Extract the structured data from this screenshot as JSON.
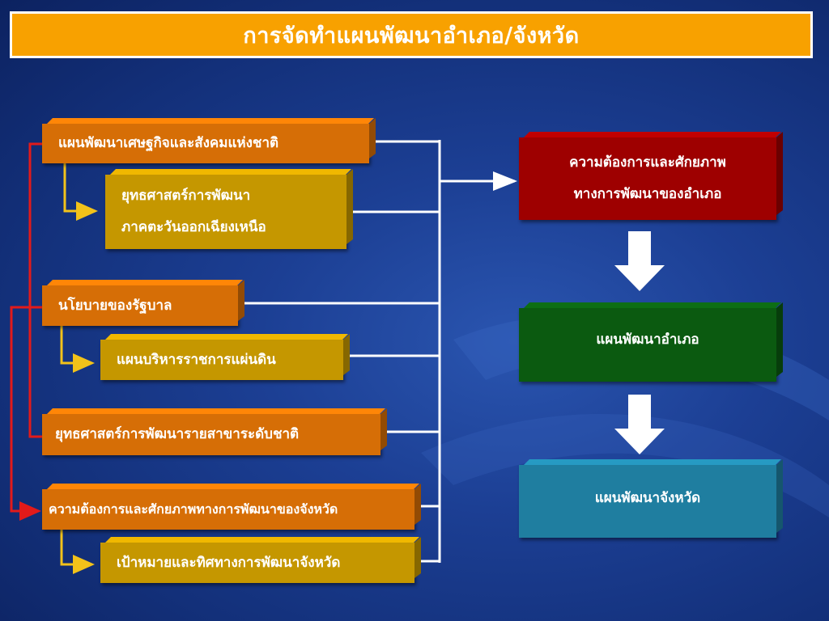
{
  "title": "การจัดทำแผนพัฒนาอำเภอ/จังหวัด",
  "left_boxes": {
    "national_plan": "แผนพัฒนาเศษฐกิจและสังคมแห่งชาติ",
    "northeast_strategy_line1": "ยุทธศาสตร์การพัฒนา",
    "northeast_strategy_line2": "ภาคตะวันออกเฉียงเหนือ",
    "government_policy": "นโยบายของรัฐบาล",
    "admin_plan": "แผนบริหารราชการแผ่นดิน",
    "sector_strategy": "ยุทธศาสตร์การพัฒนารายสาขาระดับชาติ",
    "province_needs": "ความต้องการและศักยภาพทางการพัฒนาของจังหวัด",
    "province_goals": "เป้าหมายและทิศทางการพัฒนาจังหวัด"
  },
  "right_boxes": {
    "district_needs_line1": "ความต้องการและศักยภาพ",
    "district_needs_line2": "ทางการพัฒนาของอำเภอ",
    "district_plan": "แผนพัฒนาอำเภอ",
    "province_plan": "แผนพัฒนาจังหวัด"
  },
  "colors": {
    "title_bar": "#f8a100",
    "orange_box": "#d66e06",
    "gold_box": "#c59700",
    "red_box": "#9e0000",
    "green_box": "#0b5a10",
    "teal_box": "#1f7ea0",
    "red_connector": "#e21a1a",
    "yellow_connector": "#f2c21a",
    "white_connector": "#ffffff"
  }
}
